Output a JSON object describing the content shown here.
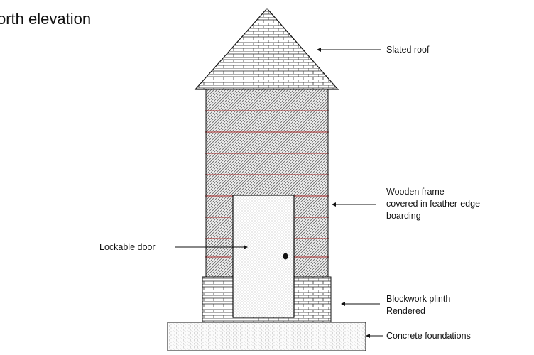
{
  "title": "orth elevation",
  "labels": {
    "roof": "Slated roof",
    "frame_line1": "Wooden frame",
    "frame_line2": "covered in feather-edge",
    "frame_line3": "boarding",
    "door": "Lockable door",
    "plinth_line1": "Blockwork plinth",
    "plinth_line2": "Rendered",
    "foundation": "Concrete foundations"
  },
  "colors": {
    "line": "#111111",
    "board_edge": "#b03030",
    "hatch": "#555555",
    "stipple": "#8a8a8a"
  }
}
